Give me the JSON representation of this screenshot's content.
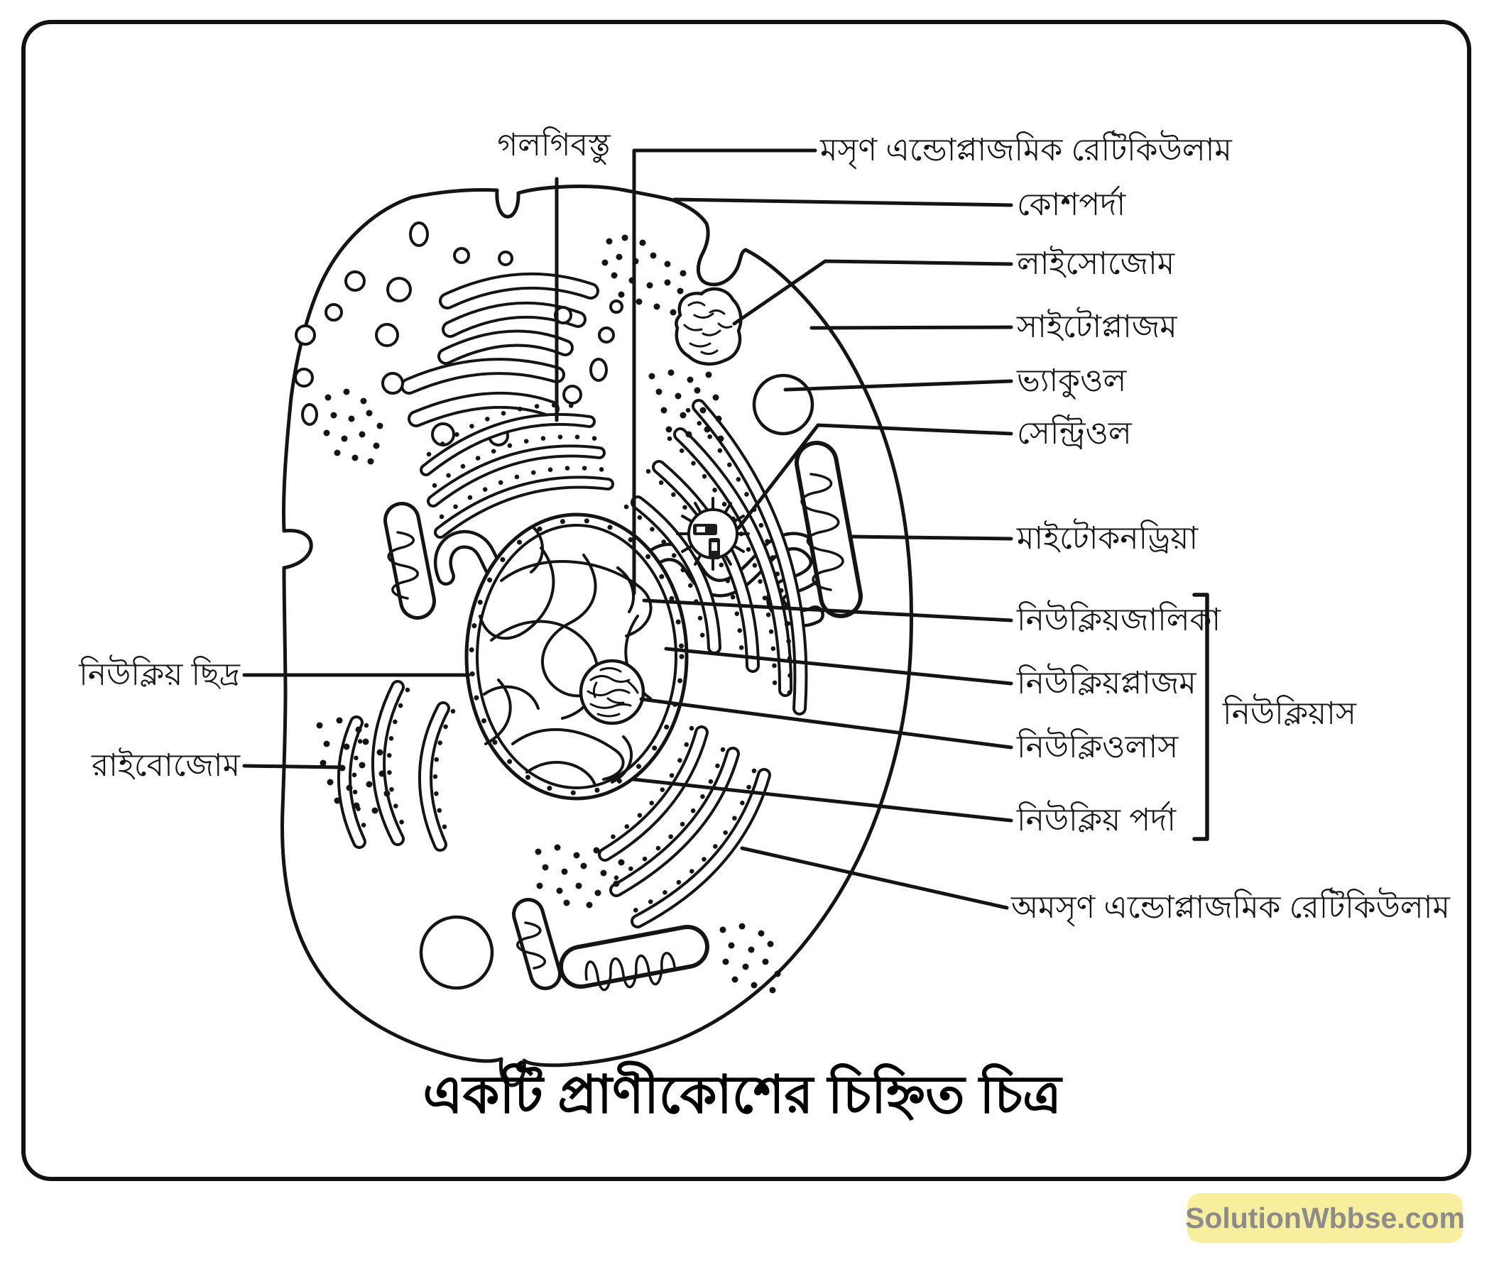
{
  "figure": {
    "title": "একটি প্রাণীকোশের চিহ্নিত চিত্র",
    "watermark": "SolutionWbbse.com",
    "type": "labeled biology diagram of an animal cell"
  },
  "labels": {
    "golgi_body": "গলগিবস্তু",
    "smooth_er": "মসৃণ এন্ডোপ্লাজমিক রেটিকিউলাম",
    "cell_membrane": "কোশপর্দা",
    "lysosome": "লাইসোজোম",
    "cytoplasm": "সাইটোপ্লাজম",
    "vacuole": "ভ্যাকুওল",
    "centriole": "সেন্ট্রিওল",
    "mitochondria": "মাইটোকনড্রিয়া",
    "nuclear_reticulum": "নিউক্লিয়জালিকা",
    "nucleoplasm": "নিউক্লিয়প্লাজম",
    "nucleolus": "নিউক্লিওলাস",
    "nuclear_membrane": "নিউক্লিয় পর্দা",
    "nucleus": "নিউক্লিয়াস",
    "rough_er": "অমসৃণ এন্ডোপ্লাজমিক রেটিকিউলাম",
    "nuclear_pore": "নিউক্লিয় ছিদ্র",
    "ribosome": "রাইবোজোম"
  },
  "colors": {
    "ink": "#141414",
    "watermark_bg": "#F8EF9E",
    "watermark_text": "#8C8C8C"
  }
}
